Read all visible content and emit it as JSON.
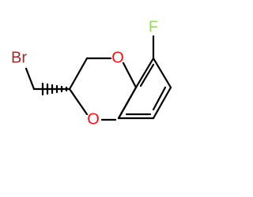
{
  "molecule": {
    "atoms": {
      "br": {
        "symbol": "Br",
        "color": "#a62929"
      },
      "o_top": {
        "symbol": "O",
        "color": "#ff0d0d"
      },
      "o_bottom": {
        "symbol": "O",
        "color": "#ff0d0d"
      },
      "f": {
        "symbol": "F",
        "color": "#90e050"
      }
    },
    "bond_color": "#000000",
    "background": "#ffffff"
  }
}
